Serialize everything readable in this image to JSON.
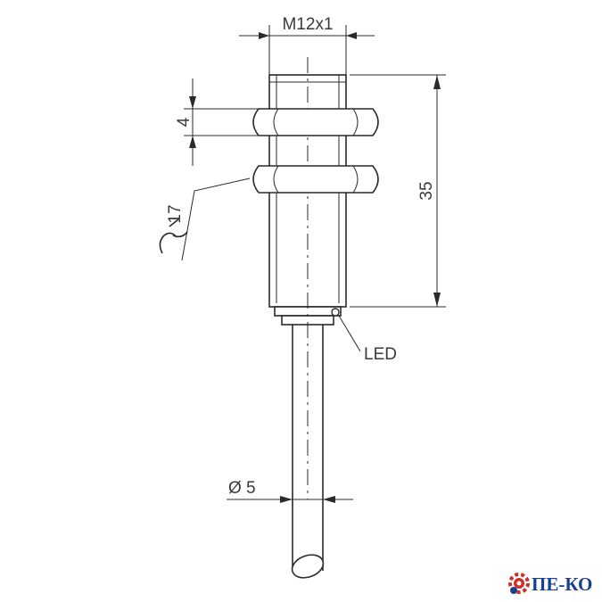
{
  "dimensions": {
    "thread": "M12x1",
    "nut_thickness": "4",
    "length": "35",
    "wrench_size": "17",
    "cable_diameter": "Ø 5"
  },
  "callouts": {
    "led": "LED"
  },
  "logo": {
    "text": "ПЕ-КО",
    "color": "#1a3f8c",
    "gear_color": "#c8322a"
  }
}
